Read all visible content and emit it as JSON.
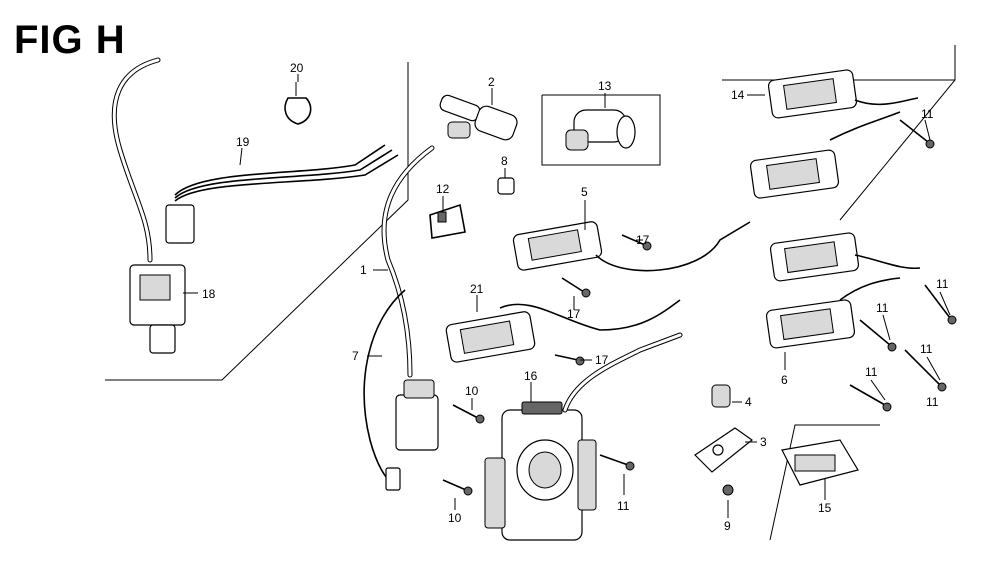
{
  "title": "FIG H",
  "callouts": [
    "1",
    "2",
    "3",
    "4",
    "5",
    "6",
    "7",
    "8",
    "9",
    "10",
    "10",
    "11",
    "11",
    "11",
    "11",
    "11",
    "11",
    "11",
    "12",
    "13",
    "14",
    "15",
    "16",
    "17",
    "17",
    "17",
    "18",
    "19",
    "20",
    "21"
  ]
}
